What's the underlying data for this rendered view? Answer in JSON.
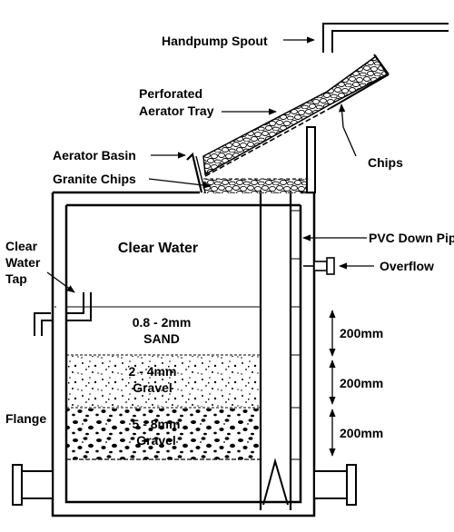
{
  "labels": {
    "handpump_spout": "Handpump Spout",
    "perforated_line1": "Perforated",
    "perforated_line2": "Aerator Tray",
    "chips": "Chips",
    "aerator_basin": "Aerator Basin",
    "granite_chips": "Granite Chips",
    "clear_water_line1": "Clear",
    "clear_water_line2": "Water",
    "clear_water_line3": "Tap",
    "clear_water_zone": "Clear Water",
    "pvc_down_pipe": "PVC Down Pipe",
    "overflow": "Overflow",
    "sand_line1": "0.8 - 2mm",
    "sand_line2": "SAND",
    "gravel_small_line1": "2 - 4mm",
    "gravel_small_line2": "Gravel",
    "gravel_large_line1": "5 - 8mm",
    "gravel_large_line2": "Gravel",
    "flange": "Flange",
    "dim_1": "200mm",
    "dim_2": "200mm",
    "dim_3": "200mm"
  }
}
